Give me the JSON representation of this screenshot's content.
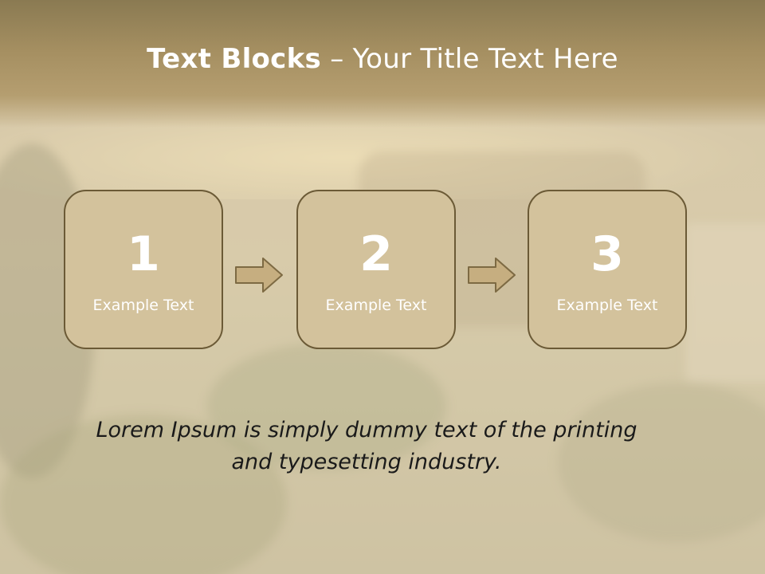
{
  "title": {
    "bold": "Text Blocks",
    "separator": " – ",
    "rest": "Your Title Text Here"
  },
  "blocks": [
    {
      "number": "1",
      "label": "Example Text"
    },
    {
      "number": "2",
      "label": "Example Text"
    },
    {
      "number": "3",
      "label": "Example Text"
    }
  ],
  "body": {
    "line1": "Lorem Ipsum is simply dummy text of the printing",
    "line2": "and typesetting industry."
  },
  "colors": {
    "block_fill": "#d3c29c",
    "block_border": "#6b5a36",
    "title_band": "#a58f61",
    "text": "#1a1a1a"
  }
}
